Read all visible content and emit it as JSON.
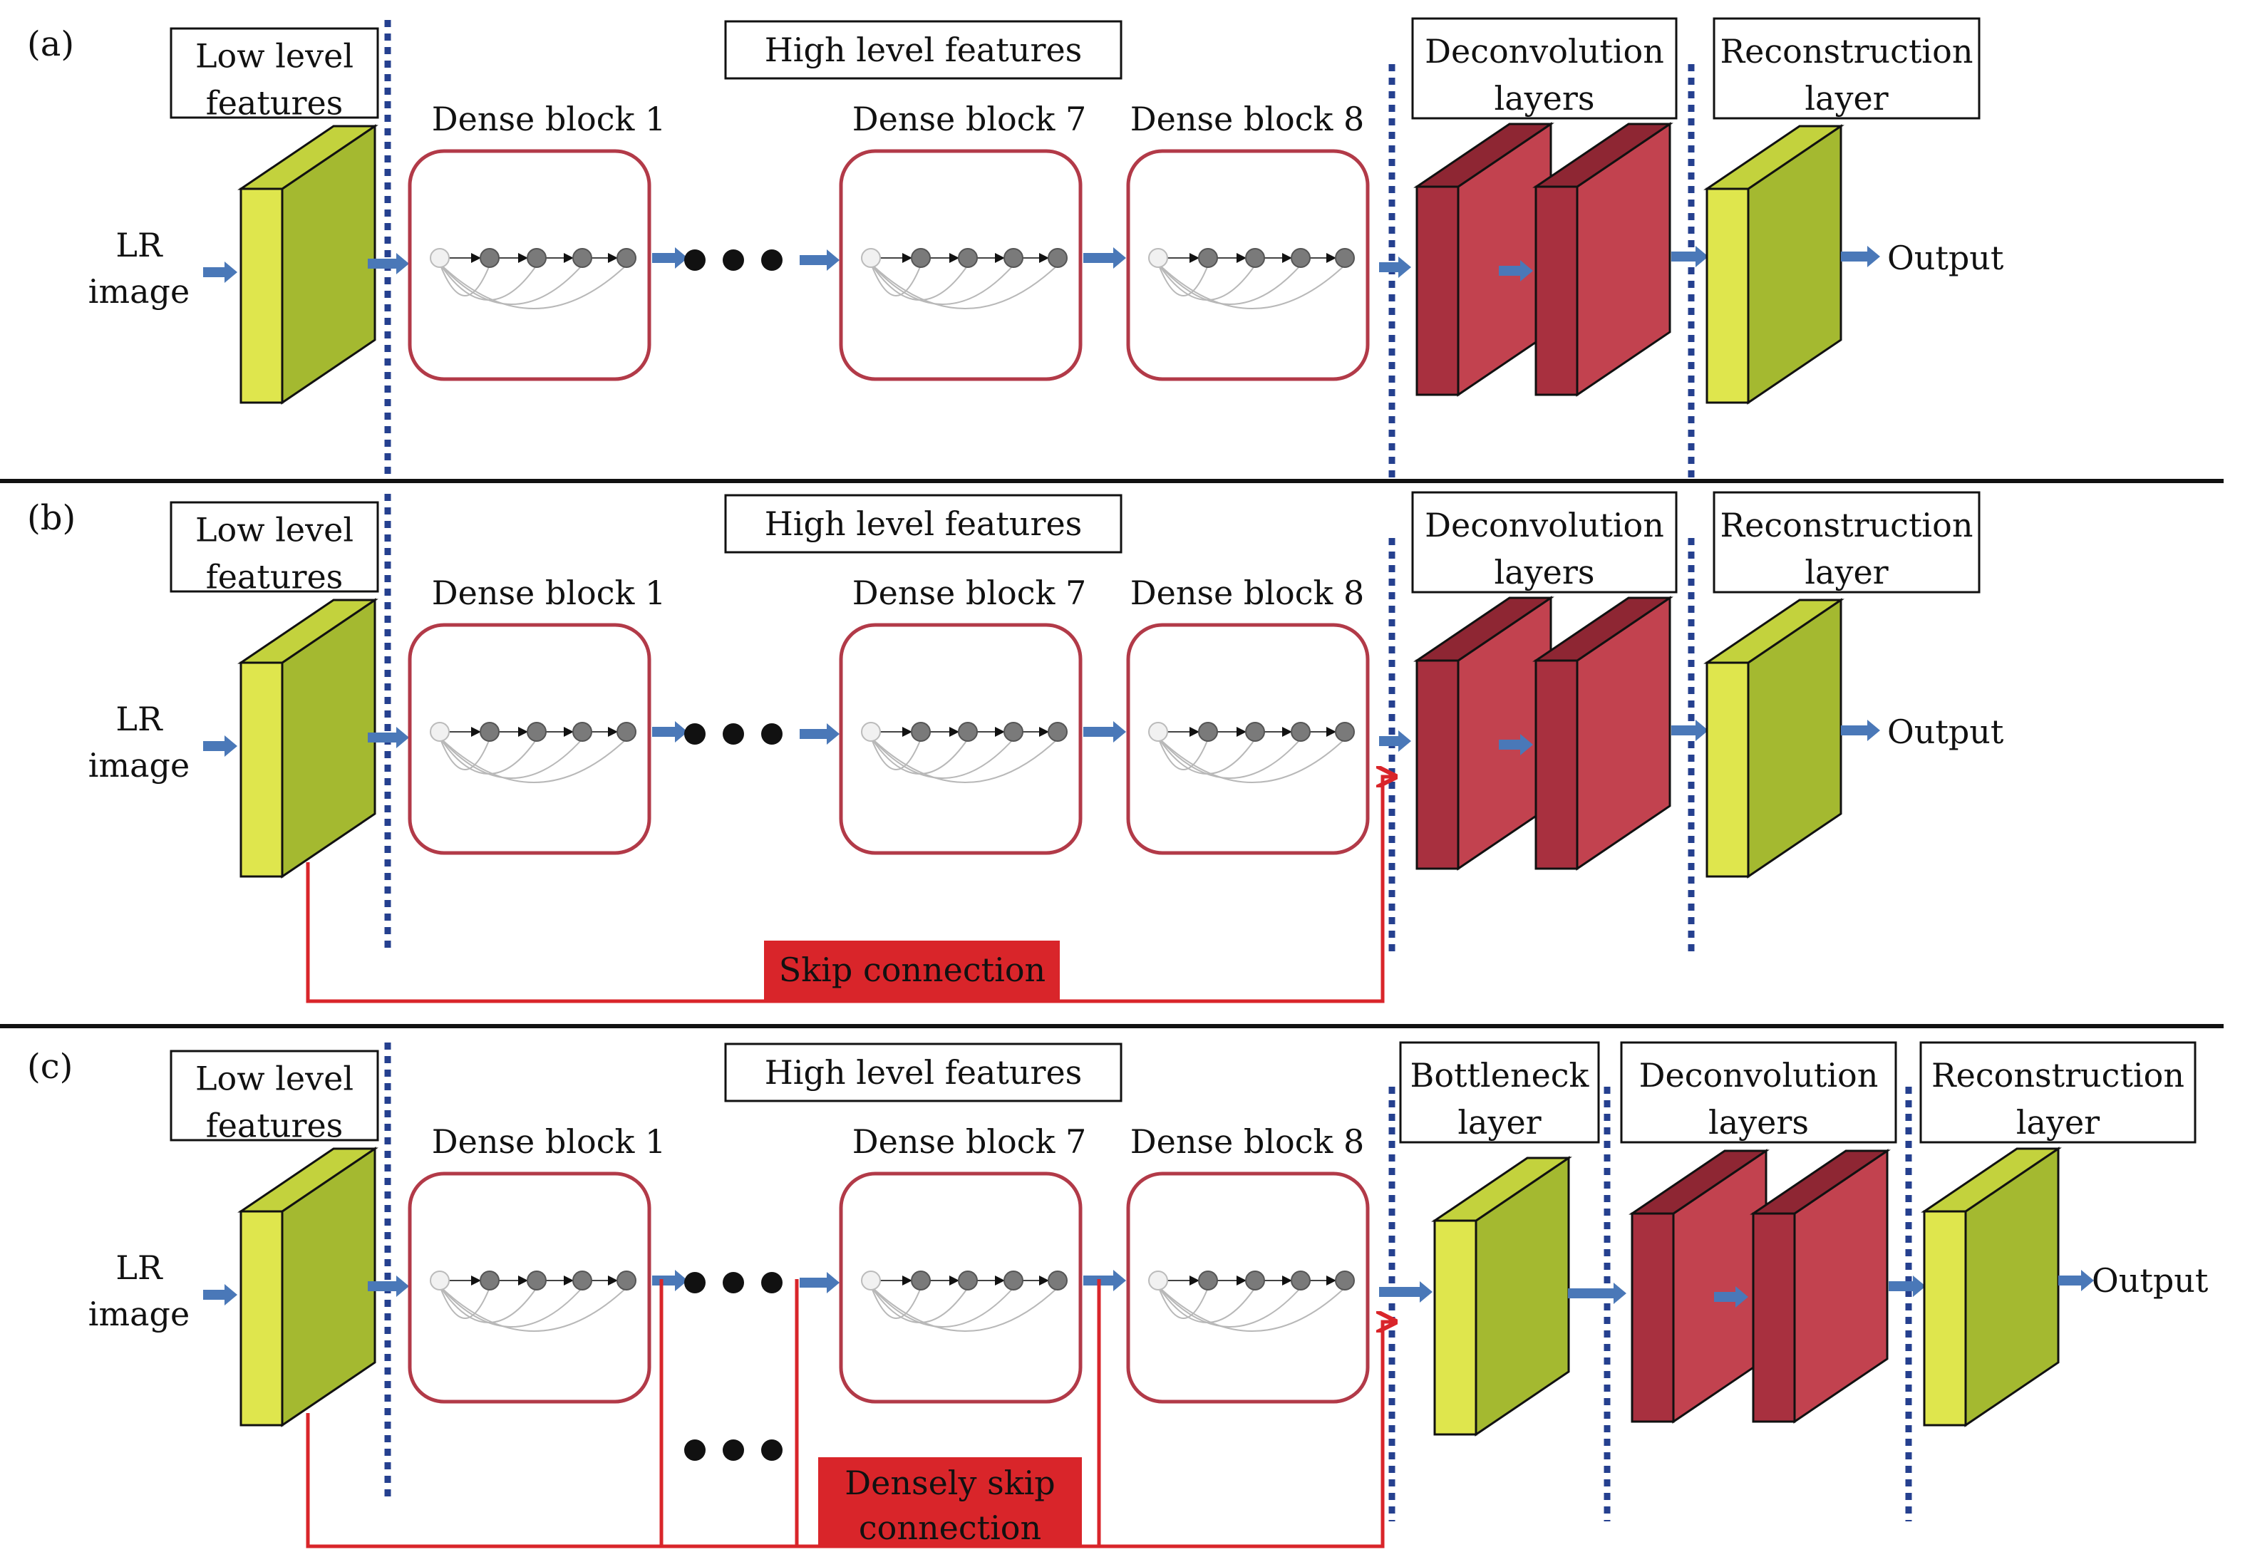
{
  "colors": {
    "feature_front": "#dfe64d",
    "feature_side": "#a4b930",
    "feature_top": "#c3d23d",
    "deconv_front": "#a8303f",
    "deconv_side": "#c2424f",
    "deconv_top": "#8e2633",
    "dense_border": "#b23a48",
    "arrow": "#4a78b8",
    "divider": "#25408f",
    "skip": "#d9252a",
    "skip_label_bg": "#d9252a"
  },
  "panels": [
    {
      "id": "a",
      "tag": "(a)",
      "input_label": [
        "LR",
        "image"
      ],
      "low_level_label": [
        "Low level",
        "features"
      ],
      "high_level_label": "High level features",
      "dense_blocks": [
        "Dense block 1",
        "Dense block 7",
        "Dense block 8"
      ],
      "deconv_label": [
        "Deconvolution",
        "layers"
      ],
      "recon_label": [
        "Reconstruction",
        "layer"
      ],
      "output_label": "Output"
    },
    {
      "id": "b",
      "tag": "(b)",
      "input_label": [
        "LR",
        "image"
      ],
      "low_level_label": [
        "Low level",
        "features"
      ],
      "high_level_label": "High level features",
      "dense_blocks": [
        "Dense block 1",
        "Dense block 7",
        "Dense block 8"
      ],
      "deconv_label": [
        "Deconvolution",
        "layers"
      ],
      "recon_label": [
        "Reconstruction",
        "layer"
      ],
      "output_label": "Output",
      "skip_label": "Skip connection"
    },
    {
      "id": "c",
      "tag": "(c)",
      "input_label": [
        "LR",
        "image"
      ],
      "low_level_label": [
        "Low level",
        "features"
      ],
      "high_level_label": "High level features",
      "dense_blocks": [
        "Dense block 1",
        "Dense block 7",
        "Dense block 8"
      ],
      "bottleneck_label": [
        "Bottleneck",
        "layer"
      ],
      "deconv_label": [
        "Deconvolution",
        "layers"
      ],
      "recon_label": [
        "Reconstruction",
        "layer"
      ],
      "output_label": "Output",
      "skip_label": [
        "Densely skip",
        "connection"
      ]
    }
  ]
}
